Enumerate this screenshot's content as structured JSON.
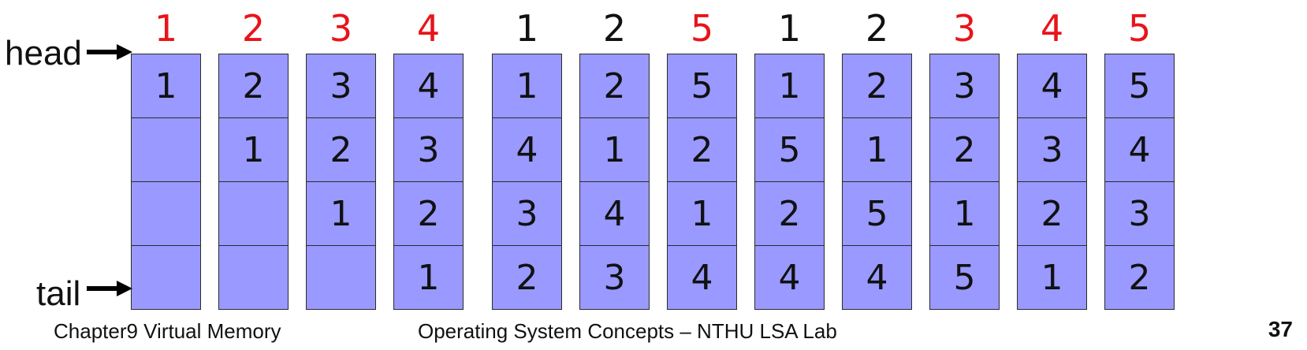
{
  "diagram": {
    "head_label": "head",
    "tail_label": "tail",
    "columns": [
      {
        "ref": "1",
        "fault": true,
        "frames": [
          "1",
          "",
          "",
          ""
        ]
      },
      {
        "ref": "2",
        "fault": true,
        "frames": [
          "2",
          "1",
          "",
          ""
        ]
      },
      {
        "ref": "3",
        "fault": true,
        "frames": [
          "3",
          "2",
          "1",
          ""
        ]
      },
      {
        "ref": "4",
        "fault": true,
        "frames": [
          "4",
          "3",
          "2",
          "1"
        ]
      },
      {
        "ref": "1",
        "fault": false,
        "frames": [
          "1",
          "4",
          "3",
          "2"
        ]
      },
      {
        "ref": "2",
        "fault": false,
        "frames": [
          "2",
          "1",
          "4",
          "3"
        ]
      },
      {
        "ref": "5",
        "fault": true,
        "frames": [
          "5",
          "2",
          "1",
          "4"
        ]
      },
      {
        "ref": "1",
        "fault": false,
        "frames": [
          "1",
          "5",
          "2",
          "4"
        ]
      },
      {
        "ref": "2",
        "fault": false,
        "frames": [
          "2",
          "1",
          "5",
          "4"
        ]
      },
      {
        "ref": "3",
        "fault": true,
        "frames": [
          "3",
          "2",
          "1",
          "5"
        ]
      },
      {
        "ref": "4",
        "fault": true,
        "frames": [
          "4",
          "3",
          "2",
          "1"
        ]
      },
      {
        "ref": "5",
        "fault": true,
        "frames": [
          "5",
          "4",
          "3",
          "2"
        ]
      }
    ]
  },
  "footer": {
    "chapter": "Chapter9 Virtual Memory",
    "course": "Operating System Concepts – NTHU LSA Lab",
    "page_number": "37"
  },
  "colors": {
    "fault_ref": "#e8141a",
    "hit_ref": "#111111",
    "frame_fill": "#9999ff",
    "frame_border": "#2b2b2b"
  }
}
